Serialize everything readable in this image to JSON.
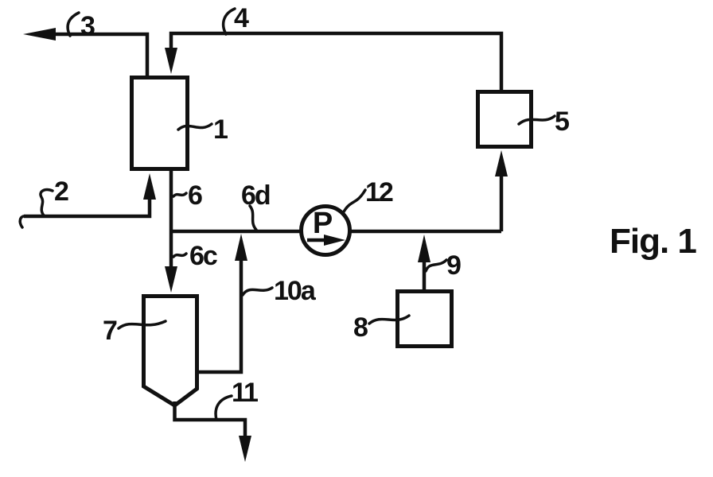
{
  "figure_caption": "Fig. 1",
  "pump": {
    "symbol": "P",
    "label": "12"
  },
  "equipment_labels": {
    "1": "1",
    "5": "5",
    "7": "7",
    "8": "8"
  },
  "stream_labels": {
    "2": "2",
    "3": "3",
    "4": "4",
    "6": "6",
    "6c": "6c",
    "6d": "6d",
    "9": "9",
    "10a": "10a",
    "11": "11"
  },
  "colors": {
    "ink": "#111111",
    "paper": "#ffffff"
  }
}
